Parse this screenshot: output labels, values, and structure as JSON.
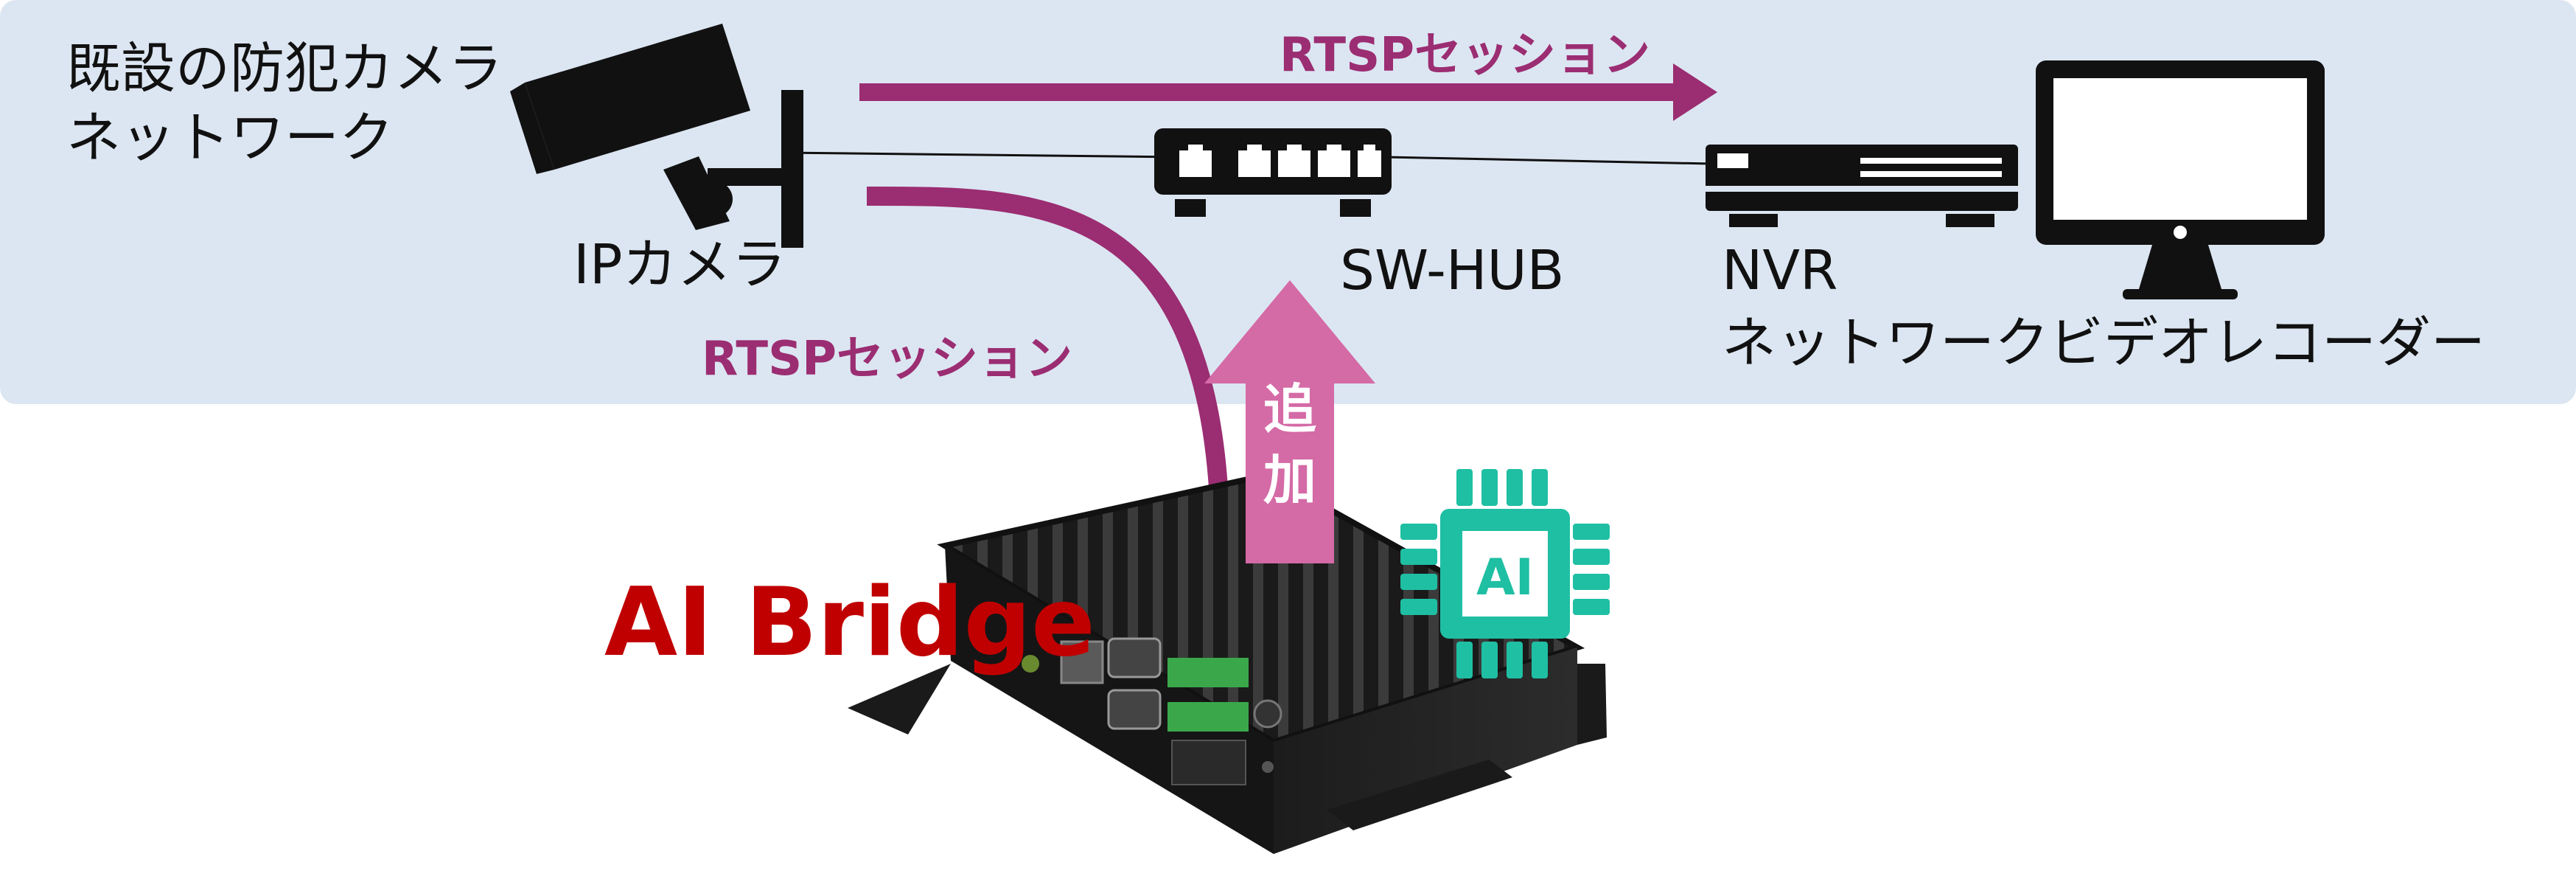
{
  "network": {
    "title_line1": "既設の防犯カメラ",
    "title_line2": "ネットワーク"
  },
  "devices": {
    "camera_label": "IPカメラ",
    "hub_label": "SW-HUB",
    "nvr_label_line1": "NVR",
    "nvr_label_line2": "ネットワークビデオレコーダー"
  },
  "sessions": {
    "top_label": "RTSPセッション",
    "bottom_label": "RTSPセッション"
  },
  "add_arrow": {
    "char1": "追",
    "char2": "加"
  },
  "product": {
    "name": "AI Bridge",
    "chip_label": "AI"
  },
  "colors": {
    "panel_bg": "#dce6f2",
    "session_arrow": "#9b2d72",
    "add_arrow": "#d46aa6",
    "product_name": "#c00000",
    "chip": "#1fbfa3",
    "device": "#111111"
  }
}
